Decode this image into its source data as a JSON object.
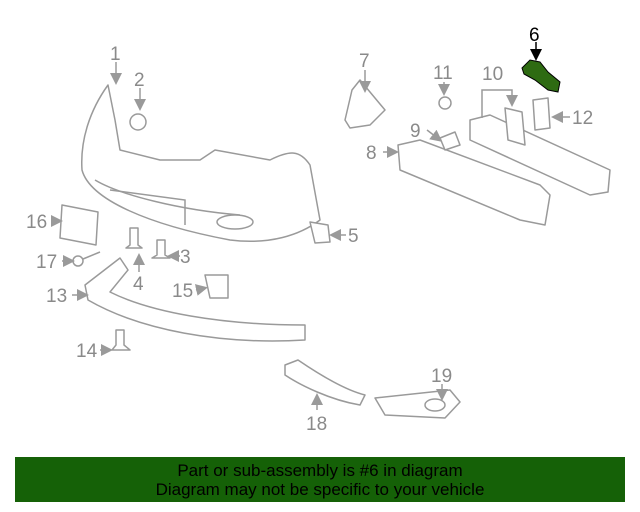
{
  "diagram": {
    "selected_part": "6",
    "highlight_color": "#2e6b12",
    "callouts": [
      "1",
      "2",
      "3",
      "4",
      "5",
      "6",
      "7",
      "8",
      "9",
      "10",
      "11",
      "12",
      "13",
      "14",
      "15",
      "16",
      "17",
      "18",
      "19"
    ]
  },
  "banner": {
    "line1": "Part or sub-assembly is #6 in diagram",
    "line2": "Diagram may not be specific to your vehicle",
    "background": "#156107"
  }
}
